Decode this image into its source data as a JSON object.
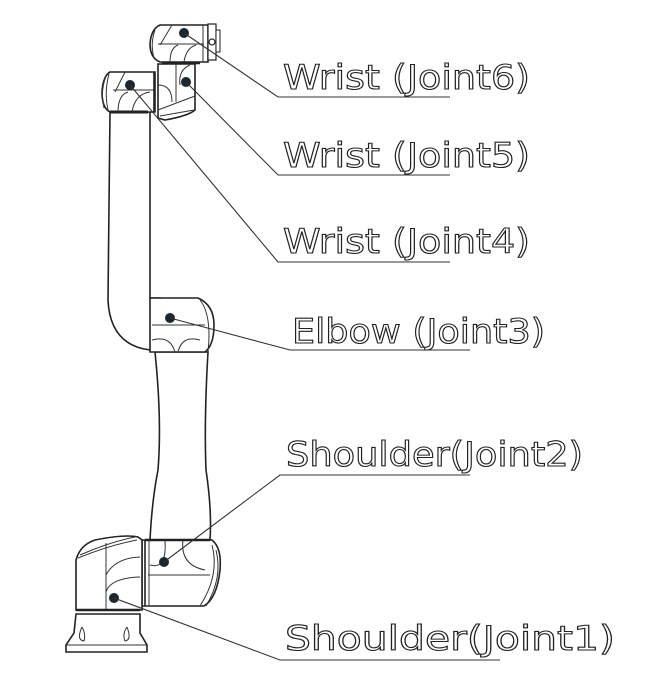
{
  "labels": {
    "joint6": "Wrist (Joint6)",
    "joint5": "Wrist (Joint5)",
    "joint4": "Wrist (Joint4)",
    "joint3": "Elbow (Joint3)",
    "joint2": "Shoulder(Joint2)",
    "joint1": "Shoulder(Joint1)"
  },
  "colors": {
    "line": "#222222",
    "dot": "#1e252b",
    "background": "#ffffff"
  }
}
